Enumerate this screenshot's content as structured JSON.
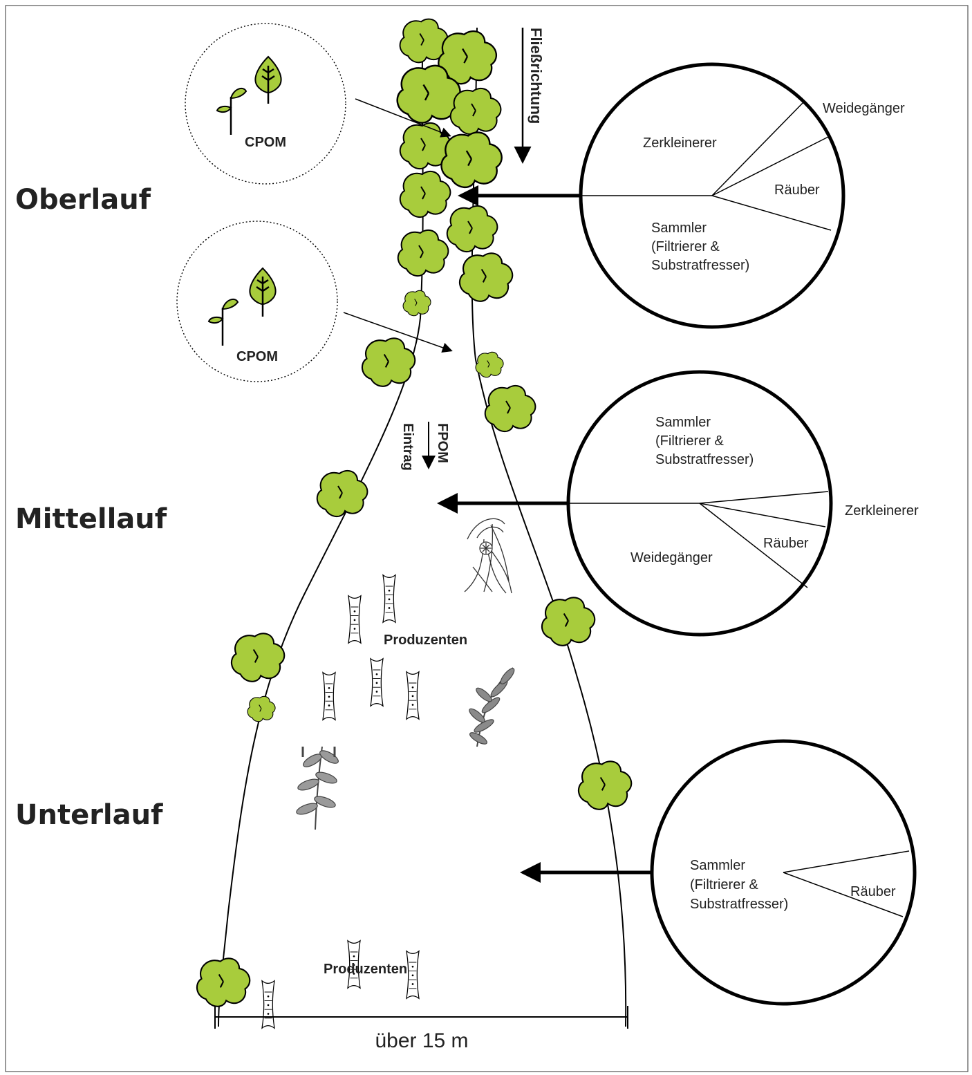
{
  "sections": {
    "upper": "Oberlauf",
    "middle": "Mittellauf",
    "lower": "Unterlauf"
  },
  "flow_direction": "Fließrichtung",
  "cpom_label": "CPOM",
  "fpom": {
    "line1": "FPOM",
    "line2": "Eintrag"
  },
  "producers_label": "Produzenten",
  "width_scale": "über 15 m",
  "feeding_groups": {
    "upper": {
      "shredders": "Zerkleinerer",
      "grazers": "Weidegänger",
      "predators": "Räuber",
      "collectors_1": "Sammler",
      "collectors_2": "(Filtrierer &",
      "collectors_3": "Substratfresser)"
    },
    "middle": {
      "collectors_1": "Sammler",
      "collectors_2": "(Filtrierer &",
      "collectors_3": "Substratfresser)",
      "shredders": "Zerkleinerer",
      "predators": "Räuber",
      "grazers": "Weidegänger"
    },
    "lower": {
      "collectors_1": "Sammler",
      "collectors_2": "(Filtrierer &",
      "collectors_3": "Substratfresser)",
      "predators": "Räuber"
    }
  },
  "colors": {
    "leaf": "#a8cc3c",
    "line": "#000000",
    "text": "#222222"
  },
  "icons": [
    "leaf-icon",
    "seedling-icon",
    "aquatic-plant-icon",
    "diatom-icon"
  ]
}
